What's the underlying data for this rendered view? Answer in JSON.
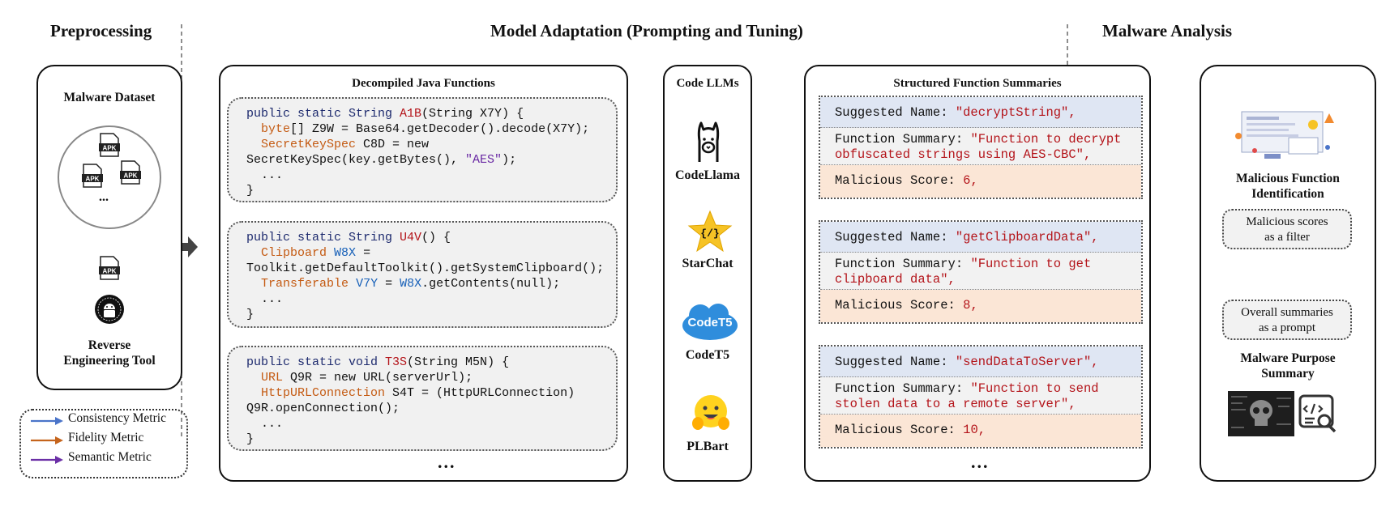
{
  "sections": {
    "preprocessing": "Preprocessing",
    "model_adaptation": "Model Adaptation (Prompting and Tuning)",
    "malware_analysis": "Malware Analysis"
  },
  "preprocessing": {
    "dataset_title": "Malware Dataset",
    "apk_label": "APK",
    "dots": "...",
    "tool_label_line1": "Reverse",
    "tool_label_line2": "Engineering Tool"
  },
  "legend": {
    "items": [
      {
        "label": "Consistency Metric",
        "color": "#4a74c9"
      },
      {
        "label": "Fidelity Metric",
        "color": "#c5641c"
      },
      {
        "label": "Semantic Metric",
        "color": "#6b2fa6"
      }
    ]
  },
  "decompiled": {
    "title": "Decompiled Java Functions",
    "ellipsis": "...",
    "code_tokens": {
      "public_static_string": "public static String ",
      "public_static_void": "public static void ",
      "a1b": "A1B",
      "x7y_sig": "(String X7Y) {",
      "byte": "byte",
      "line2_rest": "[] Z9W = Base64.getDecoder().decode(X7Y);",
      "secretkeyspec": "SecretKeySpec",
      "c8d_rest": " C8D = new",
      "line4_start": "SecretKeySpec(key.getBytes(), ",
      "aes": "\"AES\"",
      "line4_end": ");",
      "dots": "...",
      "brace": "}",
      "u4v": "U4V",
      "u4v_sig": "() {",
      "clipboard": "Clipboard",
      "w8x": "W8X",
      "eq": " =",
      "toolkit_line": "Toolkit.getDefaultToolkit().getSystemClipboard();",
      "transferable": "Transferable",
      "v7y": "V7Y",
      "w8x_getcontents": "W8X",
      "getcontents_rest": ".getContents(null);",
      "t3s": "T3S",
      "t3s_sig": "(String M5N) {",
      "url": "URL",
      "url_rest": " Q9R = new URL(serverUrl);",
      "httpurlconnection": "HttpURLConnection",
      "s4t_rest": " S4T = (HttpURLConnection)",
      "openconn": "Q9R.openConnection();"
    }
  },
  "llms": {
    "title": "Code LLMs",
    "models": [
      "CodeLlama",
      "StarChat",
      "CodeT5",
      "PLBart"
    ],
    "starchat_icon_text": "{/}",
    "codet5_icon_text": "CodeT5"
  },
  "summaries": {
    "title": "Structured Function Summaries",
    "ellipsis": "...",
    "name_key": "Suggested Name: ",
    "summary_key": "Function Summary: ",
    "score_key": "Malicious Score: ",
    "items": [
      {
        "name": "\"decryptString\",",
        "summary_l1": "\"Function to decrypt",
        "summary_l2": "obfuscated strings using AES-CBC\",",
        "score": "6,"
      },
      {
        "name": "\"getClipboardData\",",
        "summary_l1": "\"Function to get",
        "summary_l2": "clipboard data\",",
        "score": "8,"
      },
      {
        "name": "\"sendDataToServer\",",
        "summary_l1": "\"Function to send",
        "summary_l2": "stolen data to a remote server\",",
        "score": "10,"
      }
    ]
  },
  "analysis": {
    "mfi_l1": "Malicious Function",
    "mfi_l2": "Identification",
    "filter_l1": "Malicious scores",
    "filter_l2": "as a filter",
    "prompt_l1": "Overall summaries",
    "prompt_l2": "as a prompt",
    "mps_l1": "Malware Purpose",
    "mps_l2": "Summary"
  },
  "colors": {
    "consistency": "#4a74c9",
    "fidelity": "#c5641c",
    "semantic": "#6b2fa6",
    "arrow_gray": "#444444"
  }
}
